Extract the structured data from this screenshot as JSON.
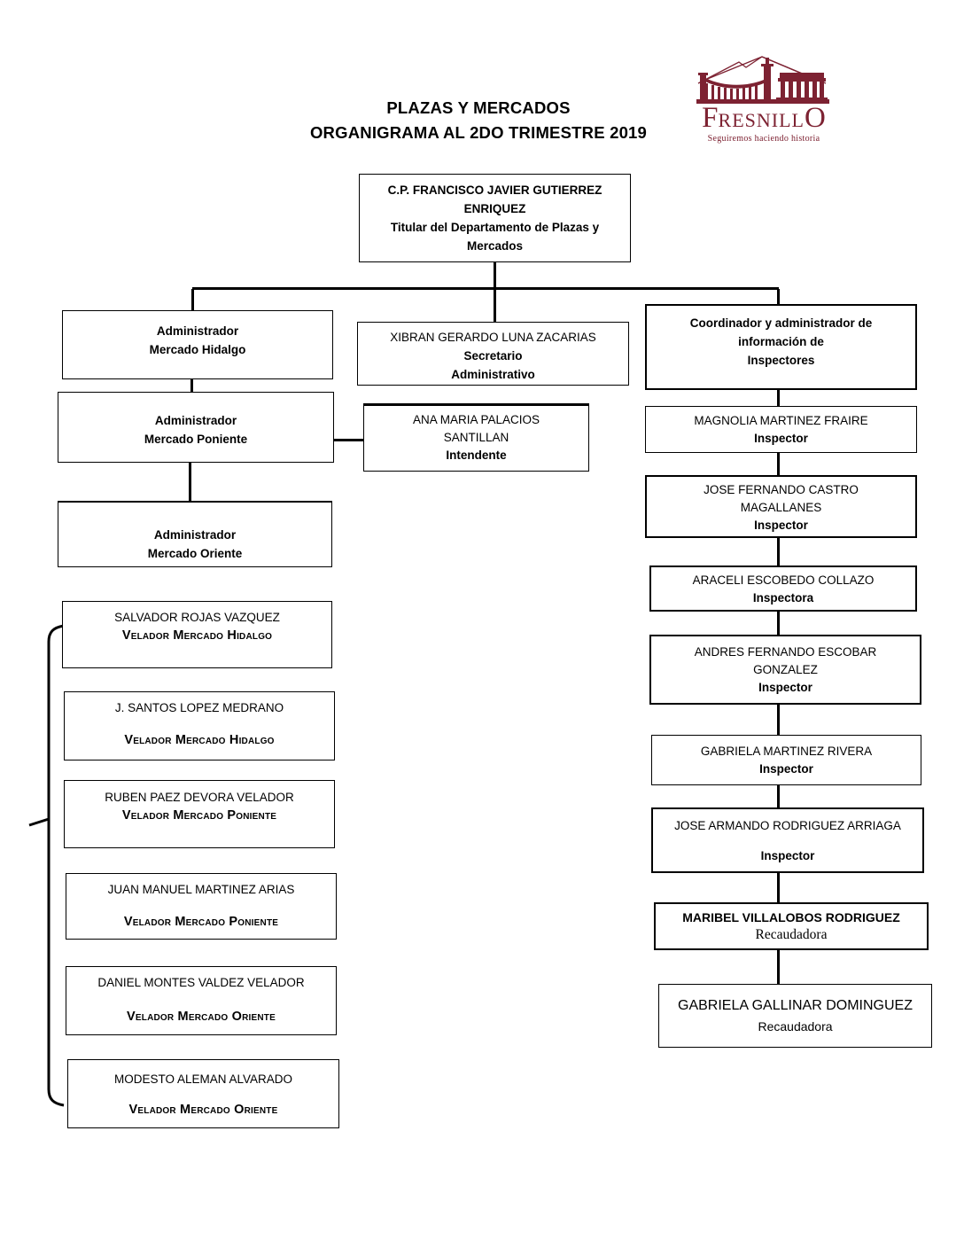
{
  "page": {
    "title_line1": "PLAZAS Y MERCADOS",
    "title_line2": "ORGANIGRAMA AL 2DO TRIMESTRE 2019"
  },
  "logo": {
    "first_letter": "F",
    "middle_letters": "RESNILL",
    "last_letter": "O",
    "tagline": "Seguiremos haciendo historia",
    "brand_color": "#7d2232"
  },
  "org": {
    "root": {
      "line1": "C.P. FRANCISCO JAVIER GUTIERREZ",
      "line2": "ENRIQUEZ",
      "line3": "Titular del Departamento de Plazas y",
      "line4": "Mercados"
    },
    "admin_hidalgo": {
      "line1": "Administrador",
      "line2": "Mercado Hidalgo"
    },
    "secretario": {
      "name": "XIBRAN GERARDO LUNA ZACARIAS",
      "role1": "Secretario",
      "role2": "Administrativo"
    },
    "coordinador": {
      "line1": "Coordinador y administrador de",
      "line2": "información de",
      "line3": "Inspectores"
    },
    "admin_poniente": {
      "line1": "Administrador",
      "line2": "Mercado Poniente"
    },
    "intendente": {
      "name1": "ANA MARIA PALACIOS",
      "name2": "SANTILLAN",
      "role": "Intendente"
    },
    "admin_oriente": {
      "line1": "Administrador",
      "line2": "Mercado Oriente"
    },
    "inspectores": [
      {
        "name": "MAGNOLIA MARTINEZ FRAIRE",
        "role": "Inspector"
      },
      {
        "name1": "JOSE FERNANDO CASTRO",
        "name2": "MAGALLANES",
        "role": "Inspector"
      },
      {
        "name": "ARACELI ESCOBEDO COLLAZO",
        "role": "Inspectora"
      },
      {
        "name1": "ANDRES FERNANDO ESCOBAR",
        "name2": "GONZALEZ",
        "role": "Inspector"
      },
      {
        "name": "GABRIELA MARTINEZ RIVERA",
        "role": "Inspector"
      },
      {
        "name": "JOSE ARMANDO RODRIGUEZ ARRIAGA",
        "role": "Inspector"
      },
      {
        "name": "MARIBEL VILLALOBOS RODRIGUEZ",
        "role": "Recaudadora"
      },
      {
        "name": "GABRIELA GALLINAR DOMINGUEZ",
        "role": "Recaudadora"
      }
    ],
    "veladores": [
      {
        "name": "SALVADOR ROJAS VAZQUEZ",
        "role": "Velador Mercado Hidalgo"
      },
      {
        "name": "J. SANTOS LOPEZ MEDRANO",
        "role": "Velador Mercado Hidalgo"
      },
      {
        "name": "RUBEN PAEZ DEVORA VELADOR",
        "role": "Velador Mercado Poniente"
      },
      {
        "name": "JUAN MANUEL MARTINEZ ARIAS",
        "role": "Velador Mercado Poniente"
      },
      {
        "name": "DANIEL MONTES VALDEZ VELADOR",
        "role": "Velador Mercado Oriente"
      },
      {
        "name": "MODESTO ALEMAN ALVARADO",
        "role": "Velador Mercado Oriente"
      }
    ]
  }
}
